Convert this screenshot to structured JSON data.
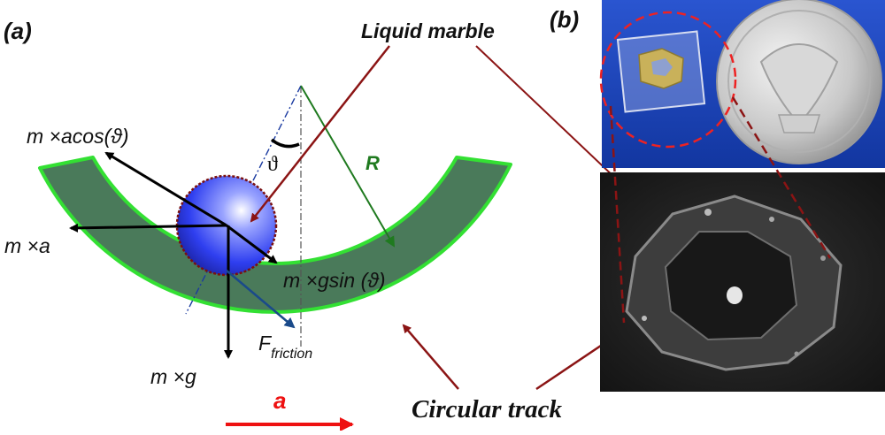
{
  "panels": {
    "a_label": "(a)",
    "b_label": "(b)"
  },
  "labels": {
    "liquid_marble": "Liquid marble",
    "circular_track": "Circular track",
    "acceleration": "a",
    "radius": "R",
    "theta": "ϑ",
    "force_acos": "m ×acos(ϑ)",
    "force_a": "m ×a",
    "force_gsin": "m ×gsin (ϑ)",
    "force_g": "m ×g",
    "friction_main": "F",
    "friction_sub": "friction"
  },
  "colors": {
    "track_fill": "#4a7a5a",
    "track_edge": "#33e033",
    "marble": "#2f3ff0",
    "marble_edge": "#7a1010",
    "pointer": "#8b1414",
    "radius_line": "#1f7a1f",
    "accel_arrow": "#ee1111",
    "friction_arrow": "#1a4a8a",
    "photo_bg_top": "#1840b0",
    "photo_bg_bottom": "#1a1a1a"
  }
}
